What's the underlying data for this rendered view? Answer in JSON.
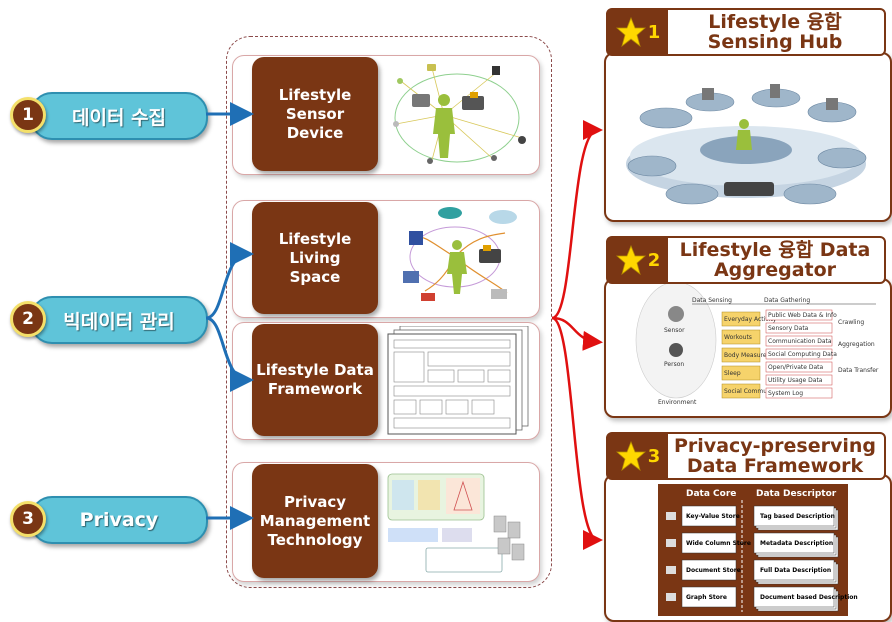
{
  "steps": [
    {
      "num": "1",
      "label": "데이터 수집"
    },
    {
      "num": "2",
      "label": "빅데이터 관리"
    },
    {
      "num": "3",
      "label": "Privacy"
    }
  ],
  "components": [
    "Lifestyle\nSensor\nDevice",
    "Lifestyle\nLiving\nSpace",
    "Lifestyle Data\nFramework",
    "Privacy\nManagement\nTechnology"
  ],
  "outputs": [
    {
      "num": "1",
      "title": "Lifestyle 융합\nSensing Hub"
    },
    {
      "num": "2",
      "title": "Lifestyle 융합 Data\nAggregator"
    },
    {
      "num": "3",
      "title": "Privacy-preserving\nData Framework"
    }
  ],
  "aggregator": {
    "headers": [
      "Data Sensing",
      "Data Gathering"
    ],
    "activities": [
      "Everyday Activity",
      "Workouts",
      "Body Measurement",
      "Sleep",
      "Social Communication"
    ],
    "data": [
      "Public Web Data & Info",
      "Sensory Data",
      "Communication Data",
      "Social Computing Data",
      "Open/Private Data",
      "Utility Usage Data",
      "System Log"
    ],
    "stages": [
      "Crawling",
      "Aggregation",
      "Data Transfer"
    ],
    "actors": [
      "Sensor",
      "Person",
      "Environment"
    ]
  },
  "framework": {
    "core_title": "Data Core",
    "desc_title": "Data Descriptor",
    "stores": [
      "Key-Value Store",
      "Wide Column Store",
      "Document Store",
      "Graph Store"
    ],
    "descriptors": [
      "Tag based Description",
      "Metadata Description",
      "Full Data Description",
      "Document based Description"
    ]
  },
  "colors": {
    "brown": "#7a3614",
    "cyan": "#5fc4d9",
    "blue_arrow": "#1f6fb5",
    "red_arrow": "#e01010",
    "star": "#ffd700"
  }
}
